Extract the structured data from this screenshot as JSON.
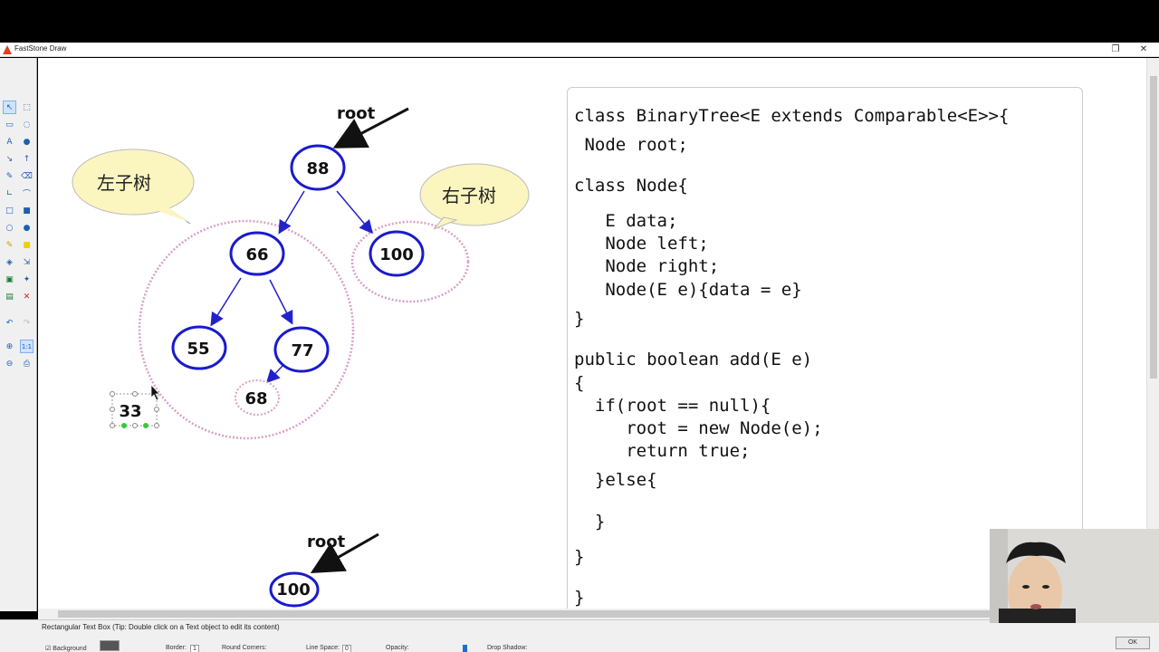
{
  "window": {
    "title": "FastStone Draw"
  },
  "status": {
    "text": "Rectangular Text Box (Tip: Double click on a Text object to edit its content)"
  },
  "properties": {
    "background_label": "Background",
    "border_label": "Border:",
    "border_value": "1",
    "round_corners_label": "Round Corners:",
    "line_space_label": "Line Space:",
    "line_space_value": "0",
    "opacity_label": "Opacity:",
    "drop_shadow_label": "Drop Shadow:",
    "ok_label": "OK"
  },
  "diagram": {
    "root_label_top": "root",
    "root_label_bottom": "root",
    "left_callout": "左子树",
    "right_callout": "右子树",
    "nodes": {
      "n88": "88",
      "n66": "66",
      "n100": "100",
      "n55": "55",
      "n77": "77",
      "n68": "68",
      "n33": "33",
      "n100b": "100"
    }
  },
  "code": {
    "lines": [
      "class BinaryTree<E extends Comparable<E>>{",
      " Node root;",
      "class Node{",
      "   E data;",
      "   Node left;",
      "   Node right;",
      "   Node(E e){data = e}",
      "}",
      "public boolean add(E e)",
      "{",
      "  if(root == null){",
      "     root = new Node(e);",
      "     return true;",
      "  }else{",
      "  }",
      "}",
      "}"
    ]
  },
  "colors": {
    "node_stroke": "#1a1acc",
    "edge": "#2222cc",
    "dotted_circle": "#d8a0c8",
    "callout_fill": "#fbf5c0"
  }
}
